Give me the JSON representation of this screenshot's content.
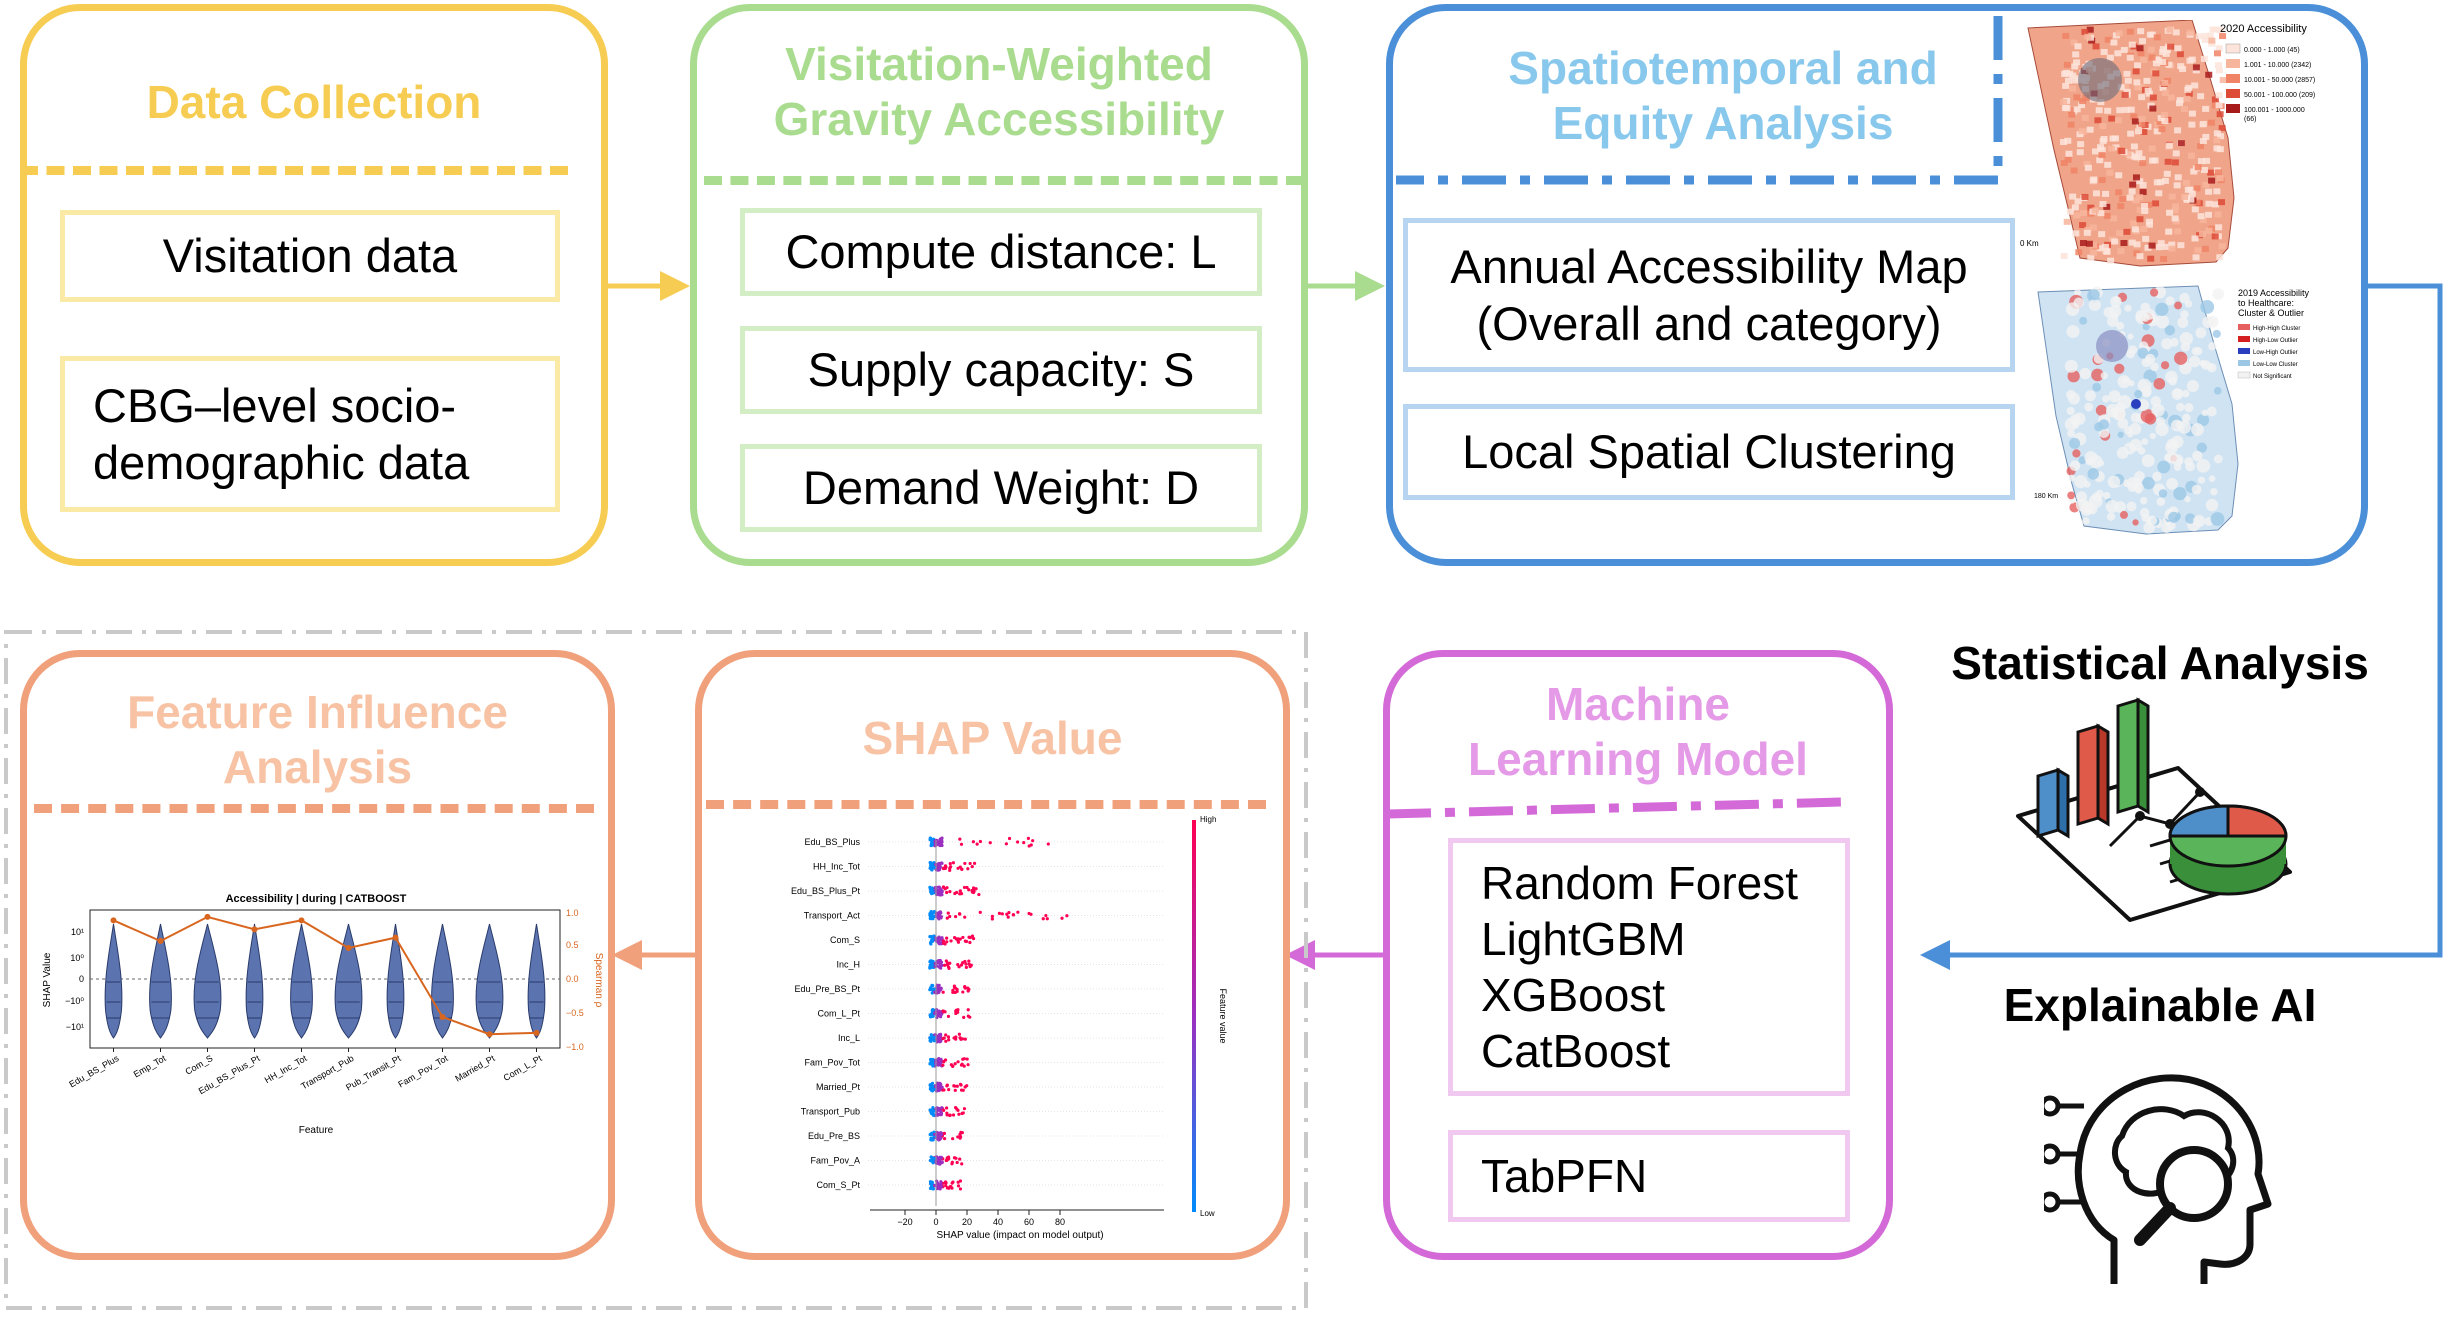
{
  "data_collection": {
    "title": "Data Collection",
    "items": [
      "Visitation data",
      "CBG–level socio-\ndemographic data"
    ]
  },
  "gravity": {
    "title": "Visitation-Weighted\nGravity Accessibility",
    "items": [
      "Compute distance: L",
      "Supply capacity: S",
      "Demand Weight: D"
    ]
  },
  "equity": {
    "title": "Spatiotemporal and\nEquity Analysis",
    "items": [
      "Annual Accessibility Map\n(Overall and category)",
      "Local Spatial Clustering"
    ],
    "map1": {
      "title": "2020 Accessibility",
      "legend": [
        "0.000 - 1.000 (45)",
        "1.001 - 10.000 (2342)",
        "10.001 - 50.000 (2857)",
        "50.001 - 100.000 (209)",
        "100.001 - 1000.000",
        "(66)"
      ],
      "colors": [
        "#fde4da",
        "#f7b59c",
        "#f08466",
        "#dd4a36",
        "#a81b1b"
      ],
      "scale": "0 Km"
    },
    "map2": {
      "title": "2019 Accessibility\nto Healthcare:\nCluster & Outlier",
      "legend": [
        "High-High Cluster",
        "High-Low Outlier",
        "Low-High Outlier",
        "Low-Low Cluster",
        "Not Significant"
      ],
      "colors": [
        "#e66060",
        "#d42020",
        "#2a3fbf",
        "#9cc8e6",
        "#f2f2f2"
      ],
      "scale": "180 Km"
    }
  },
  "statistical_analysis": {
    "label": "Statistical Analysis",
    "icon": "chart-report-icon"
  },
  "explainable_ai": {
    "label": "Explainable AI",
    "icon": "head-ai-icon"
  },
  "ml_model": {
    "title": "Machine\nLearning Model",
    "models": "Random Forest\nLightGBM\nXGBoost\nCatBoost",
    "extra": "TabPFN"
  },
  "shap": {
    "title": "SHAP Value",
    "features": [
      "Edu_BS_Plus",
      "HH_Inc_Tot",
      "Edu_BS_Plus_Pt",
      "Transport_Act",
      "Com_S",
      "Inc_H",
      "Edu_Pre_BS_Pt",
      "Com_L_Pt",
      "Inc_L",
      "Fam_Pov_Tot",
      "Married_Pt",
      "Transport_Pub",
      "Edu_Pre_BS",
      "Fam_Pov_A",
      "Com_S_Pt"
    ],
    "x_ticks": [
      "−20",
      "0",
      "20",
      "40",
      "60",
      "80"
    ],
    "xlabel": "SHAP value (impact on model output)",
    "colorbar_label": "Feature value",
    "high": "High",
    "low": "Low"
  },
  "feature_influence": {
    "title": "Feature Influence\nAnalysis",
    "chart_title": "Accessibility | during | CATBOOST",
    "ylabel": "SHAP Value",
    "ylabel_right": "Spearman ρ",
    "xlabel": "Feature",
    "y_ticks": [
      "10¹",
      "10⁰",
      "0",
      "−10⁰",
      "−10¹"
    ],
    "y_ticks_right": [
      "1.0",
      "0.5",
      "0.0",
      "−0.5",
      "−1.0"
    ]
  },
  "chart_data": {
    "type": "line",
    "title": "Accessibility | during | CATBOOST",
    "xlabel": "Feature",
    "ylabel": "Spearman ρ",
    "categories": [
      "Edu_BS_Plus",
      "Emp_Tot",
      "Com_S",
      "Edu_BS_Plus_Pt",
      "HH_Inc_Tot",
      "Transport_Pub",
      "Pub_Transit_Pt",
      "Fam_Pov_Tot",
      "Married_Pt",
      "Com_L_Pt"
    ],
    "series": [
      {
        "values": [
          0.85,
          0.55,
          0.9,
          0.72,
          0.85,
          0.45,
          0.6,
          -0.55,
          -0.8,
          -0.78
        ]
      }
    ],
    "ylim": [
      -1.0,
      1.0
    ],
    "color": "#d9661f"
  }
}
